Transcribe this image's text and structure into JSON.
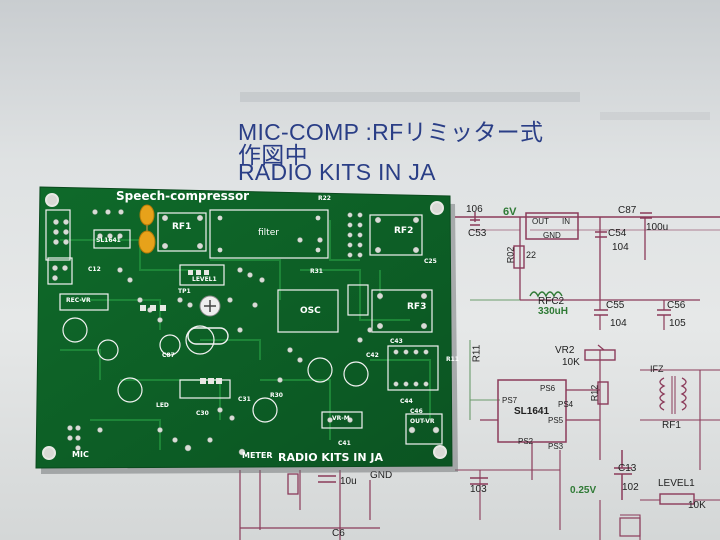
{
  "paper": {
    "title_line1": "MIC-COMP :RFリミッター式",
    "title_line2": "作図中",
    "title_line3": "RADIO KITS IN JA"
  },
  "pcb": {
    "header": "Speech-compressor",
    "footer": "RADIO KITS IN JA",
    "labels": {
      "rf1": "RF1",
      "rf2": "RF2",
      "rf3": "RF3",
      "filter": "filter",
      "osc": "OSC",
      "sl1641": "SL1641",
      "mic": "MIC",
      "meter": "METER",
      "level1": "LEVEL1",
      "rec_vr": "REC-VR",
      "vr_m": "VR-M",
      "out_vr": "OUT-VR",
      "led": "LED",
      "tp1": "TP1",
      "r22": "R22",
      "c12": "C12",
      "r11": "R11",
      "c25": "C25",
      "c42": "C42",
      "c43": "C43",
      "c87": "C87",
      "r30": "R30",
      "r31": "R31",
      "c30": "C30",
      "c31": "C31",
      "c41": "C41",
      "c44": "C44",
      "c46": "C46"
    }
  },
  "schematic": {
    "labels": {
      "c106": "106",
      "v6": "6V",
      "c53": "C53",
      "out": "OUT",
      "in": "IN",
      "gnd": "GND",
      "c87": "C87",
      "c100u": "100u",
      "c54": "C54",
      "c104a": "104",
      "r02": "R02",
      "r22": "22",
      "rfc2": "RFC2",
      "l330": "330uH",
      "c55": "C55",
      "c104b": "104",
      "c56": "C56",
      "c105": "105",
      "r11": "R11",
      "vr2": "VR2",
      "k10": "10K",
      "r12": "R12",
      "ifz": "IFZ",
      "ps6": "PS6",
      "ps7": "PS7",
      "ps5": "PS5",
      "ps3": "PS3",
      "ps2": "PS2",
      "ps4": "PS4",
      "sl1641": "SL1641",
      "rf1": "RF1",
      "c13": "C13",
      "c102": "102",
      "v025": "0.25V",
      "level1": "LEVEL1",
      "k10b": "10K",
      "c103": "103",
      "gnd2": "GND",
      "c10u": "10u",
      "c6": "C6"
    }
  }
}
